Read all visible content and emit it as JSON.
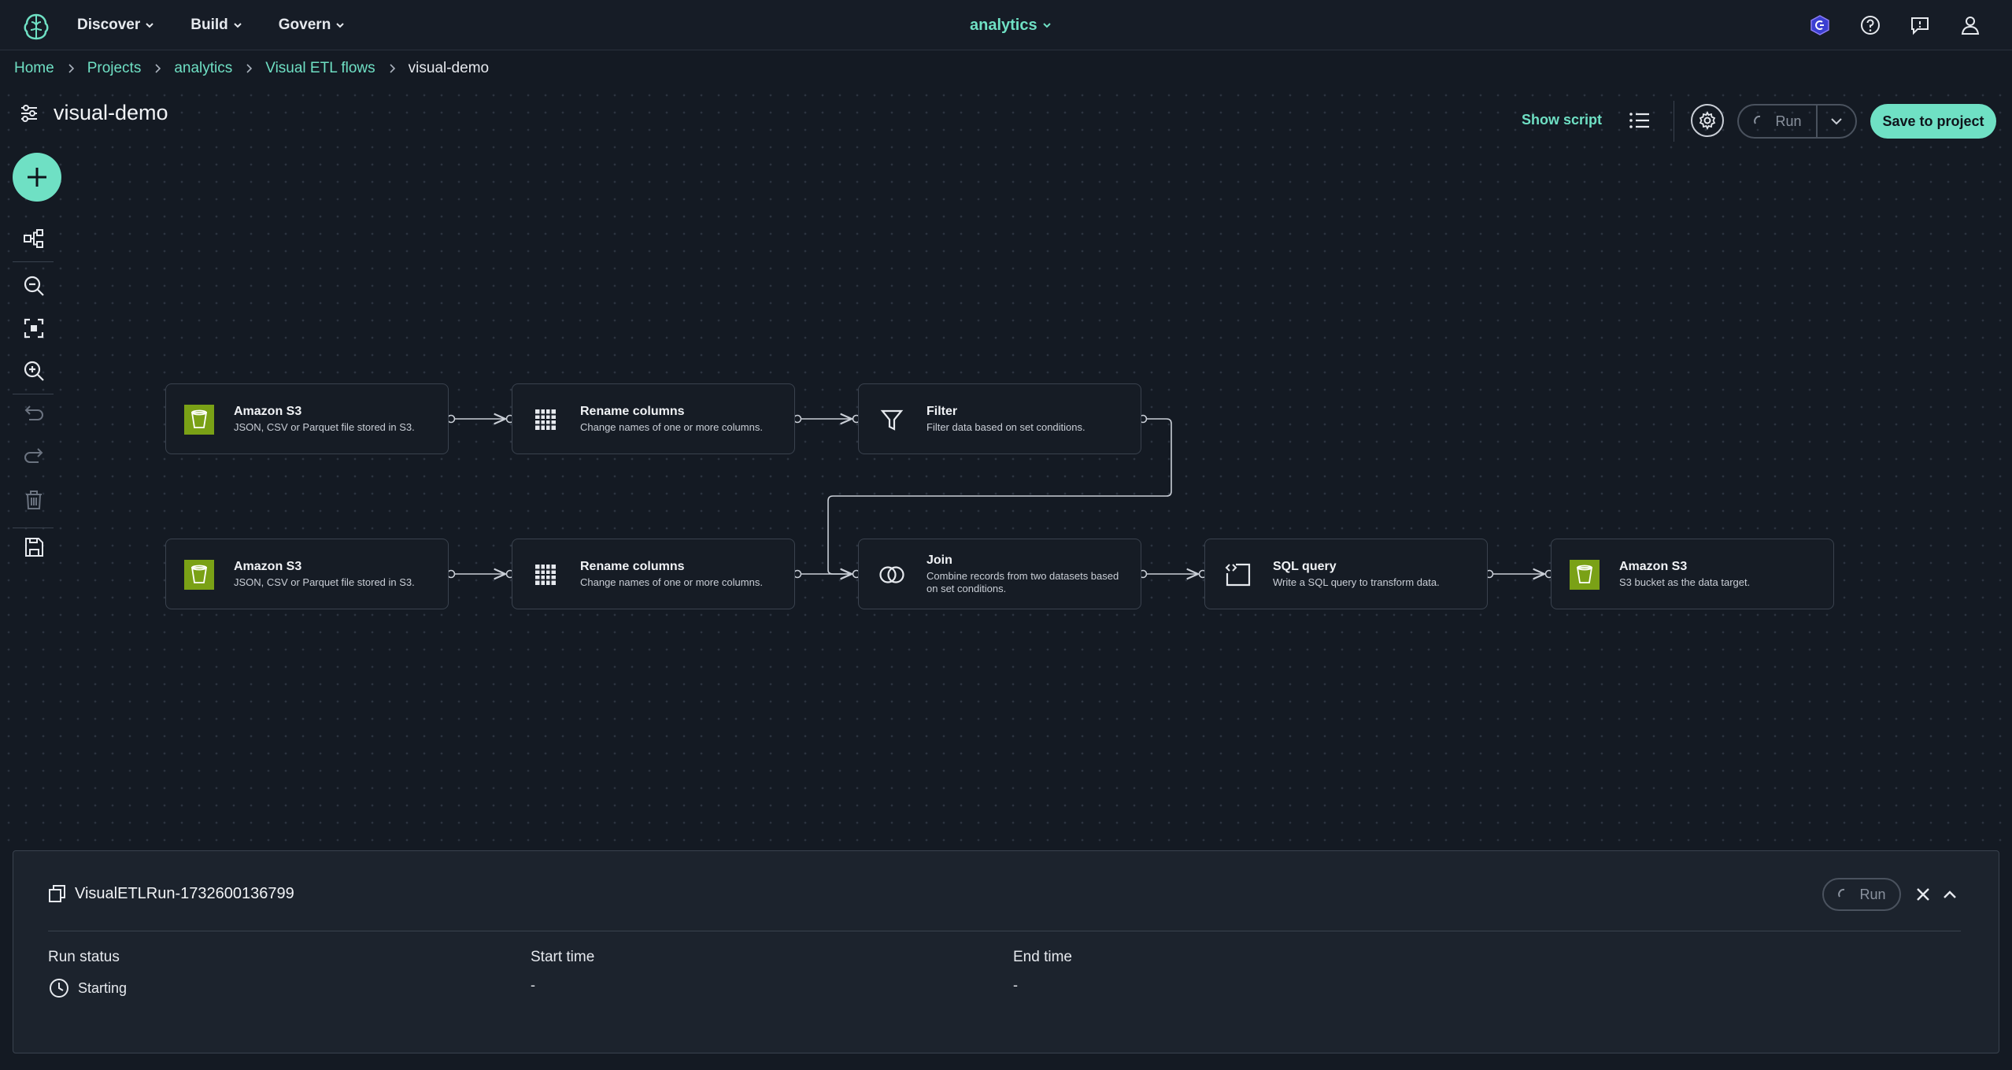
{
  "nav": {
    "menu": [
      "Discover",
      "Build",
      "Govern"
    ],
    "project": "analytics",
    "icons": [
      "shield-icon",
      "help-icon",
      "feedback-icon",
      "user-icon"
    ]
  },
  "breadcrumb": {
    "items": [
      "Home",
      "Projects",
      "analytics",
      "Visual ETL flows"
    ],
    "current": "visual-demo"
  },
  "flow": {
    "title": "visual-demo"
  },
  "toolbar": {
    "show_script": "Show script",
    "run": "Run",
    "save": "Save to project"
  },
  "nodes": [
    {
      "title": "Amazon S3",
      "desc": "JSON, CSV or Parquet file stored in S3.",
      "icon": "s3-bucket-icon"
    },
    {
      "title": "Rename columns",
      "desc": "Change names of one or more columns.",
      "icon": "grid-icon"
    },
    {
      "title": "Filter",
      "desc": "Filter data based on set conditions.",
      "icon": "filter-icon"
    },
    {
      "title": "Amazon S3",
      "desc": "JSON, CSV or Parquet file stored in S3.",
      "icon": "s3-bucket-icon"
    },
    {
      "title": "Rename columns",
      "desc": "Change names of one or more columns.",
      "icon": "grid-icon"
    },
    {
      "title": "Join",
      "desc": "Combine records from two datasets based on set conditions.",
      "icon": "join-icon"
    },
    {
      "title": "SQL query",
      "desc": "Write a SQL query to transform data.",
      "icon": "sql-icon"
    },
    {
      "title": "Amazon S3",
      "desc": "S3 bucket as the data target.",
      "icon": "s3-bucket-icon"
    }
  ],
  "run_panel": {
    "run_id": "VisualETLRun-1732600136799",
    "run_button": "Run",
    "status_label": "Run status",
    "status_value": "Starting",
    "start_label": "Start time",
    "start_value": "-",
    "end_label": "End time",
    "end_value": "-"
  },
  "colors": {
    "accent": "#6fe0c4",
    "background": "#141a23",
    "s3_green": "#7aa116"
  }
}
